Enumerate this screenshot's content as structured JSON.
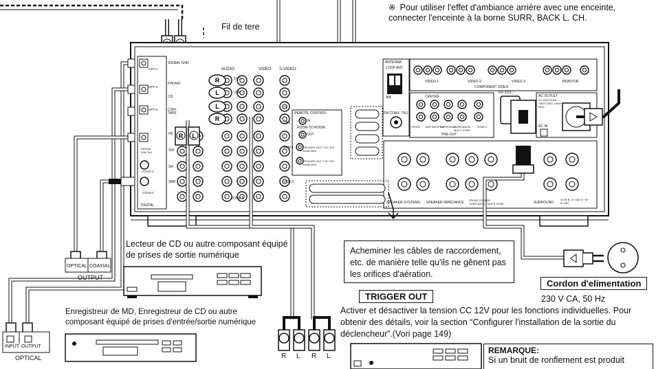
{
  "top_note": {
    "symbol": "※",
    "text": "Pour utiliser l'effet d'ambiance arrière avec une enceinte, connecter l'enceinte à la borne SURR, BACK L. CH."
  },
  "ground_wire": "Fil de tere",
  "cd_player": "Lecteur de CD ou autre composant équipé de prises de sortie numérique",
  "optical_label": "OPTICAL",
  "coaxial_label": "COAXIAL",
  "output_label": "OUTPUT",
  "md_recorder": "Enregistreur de MD, Enregistreur de CD ou autre composant équipé de prises d'entrée/sortie numérique",
  "md_input": "INPUT",
  "md_output": "OUTPUT",
  "md_optical": "OPTICAL",
  "vent_note": "Acheminer les câbles de raccordement, etc. de manière telle qu'ils ne gênent pas les orifices d'aération.",
  "power_cord_title": "Cordon d'elimentation",
  "power_spec": "230 V CA, 50 Hz",
  "trigger_title": "TRIGGER OUT",
  "trigger_text": "Activer et désactiver la tension CC 12V pour les fonctions individuelles. Pour obtenir des détails, voir la section “Configurer l'installation de la sortie du déclencheur”.(Vori page 149)",
  "remarque_title": "REMARQUE:",
  "remarque_text": "Si un bruit de ronflement est produit",
  "rl": [
    "R",
    "L",
    "R",
    "L"
  ],
  "panel": {
    "audio": "AUDIO",
    "video": "VIDEO",
    "svideo": "S-VIDEO",
    "antenna": "ANTENNA",
    "loop_ant": "LOOP ANT",
    "am": "AM",
    "fm_coax": "FM COAX. 75Ω",
    "component_video": "COMPONENT VIDEO",
    "video1": "VIDEO-1",
    "video2": "VIDEO-2",
    "video3": "VIDEO-3",
    "monitor": "MONITOR",
    "ac_outlet": "AC OUTLET",
    "ac_outlet_spec": "AC 230V 50Hz SWITCHED 100W MAX.",
    "ac_in": "AC IN",
    "rs232": "RS-232C",
    "pre_out": "PRE OUT",
    "center": "CENTER",
    "front": "FRONT",
    "sub_woofer": "SUB WOOFER",
    "surround": "SURROUND",
    "surr_back": "SURR.BACK/ MULTI ZONE",
    "zone2": "ZONE 2",
    "remote_control": "REMOTE CONTROL",
    "room_to_room": "ROOM TO ROOM",
    "in": "IN",
    "out": "OUT",
    "trigger1": "TRIGGER OUT 1 DC 12V 20mA MAX.",
    "trigger2": "TRIGGER OUT 2 DC 12V 20mA MAX.",
    "speaker_systems": "SPEAKER SYSTEMS",
    "speaker_impedance": "SPEAKER IMPEDANCE",
    "front_center_sb": "FRONT,CENTER, SURR.BACK / MULTI ZONE",
    "surround_lbl": "SURROUND",
    "impedance_vals": "A OR B : 6~16Ω  A + B : 8~16Ω",
    "digital": "DIGITAL",
    "phono": "PHONO",
    "cd": "CD",
    "cdr_tape": "CDR/ TAPE",
    "signal_gnd": "SIGNAL GND",
    "denon_link": "DENON LINK 3rd",
    "dvd": "DVD",
    "vdp": "VDP",
    "tv": "TV",
    "dbs": "DBS",
    "vcr1": "VCR-1",
    "vcr2": "VCR-2",
    "zone3": "ZONE 3",
    "opt1": "OPT-1",
    "opt2": "OPT-2",
    "opt3": "OPT-3",
    "coax1": "COAX-1",
    "coax2": "COAX-2",
    "sw": "SW",
    "sbr": "SBR",
    "sr": "SR",
    "fr": "FR"
  }
}
